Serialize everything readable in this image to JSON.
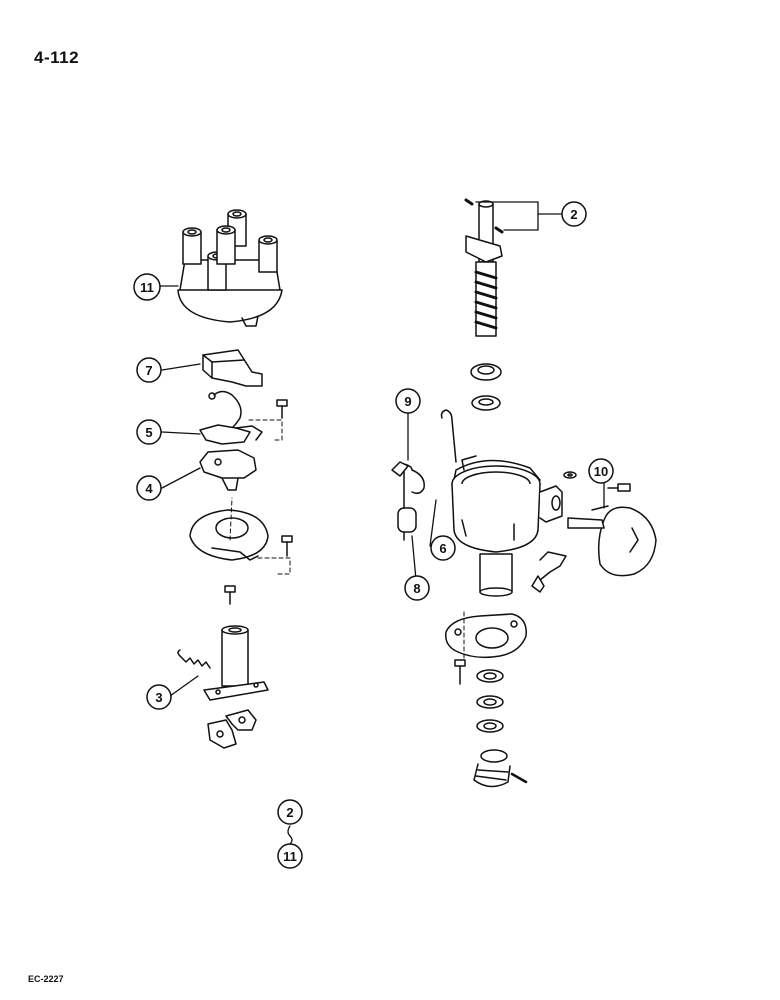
{
  "page_number": "4-112",
  "drawing_code": "EC-2227",
  "callouts": [
    {
      "id": "c2-top",
      "label": "2",
      "part": "distributor-shaft"
    },
    {
      "id": "c11-cap",
      "label": "11",
      "part": "distributor-cap"
    },
    {
      "id": "c7",
      "label": "7",
      "part": "rotor"
    },
    {
      "id": "c5",
      "label": "5",
      "part": "contact-points-lead"
    },
    {
      "id": "c4",
      "label": "4",
      "part": "contact-breaker-points"
    },
    {
      "id": "c9",
      "label": "9",
      "part": "condenser-lead"
    },
    {
      "id": "c6",
      "label": "6",
      "part": "distributor-housing"
    },
    {
      "id": "c10",
      "label": "10",
      "part": "vacuum-advance-unit"
    },
    {
      "id": "c8",
      "label": "8",
      "part": "condenser"
    },
    {
      "id": "c3",
      "label": "3",
      "part": "advance-weight-spring"
    },
    {
      "id": "c2-bottom",
      "label": "2",
      "part": "range-start"
    },
    {
      "id": "c11-bottom",
      "label": "11",
      "part": "range-end"
    }
  ],
  "colors": {
    "ink": "#111111",
    "paper": "#ffffff"
  }
}
